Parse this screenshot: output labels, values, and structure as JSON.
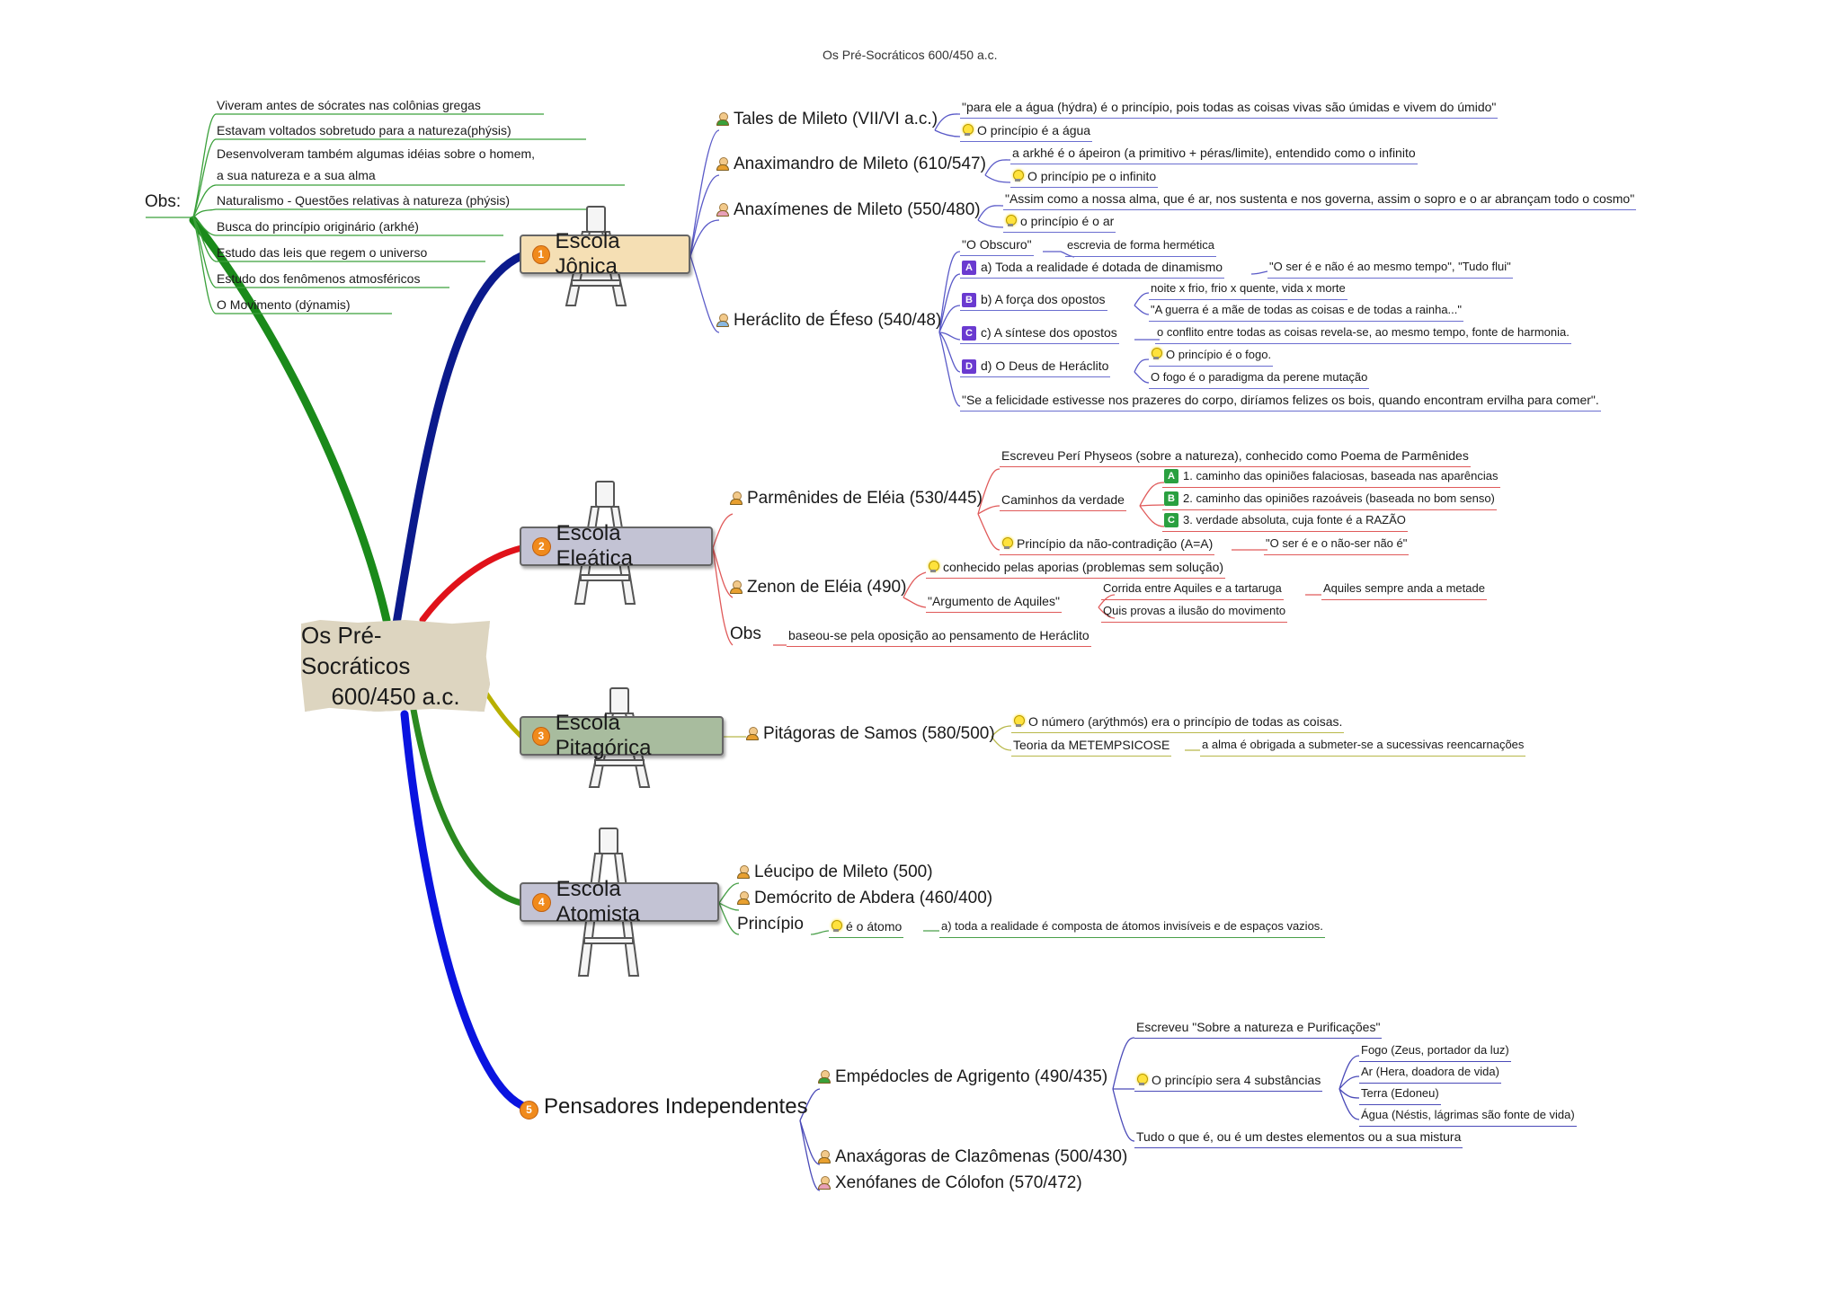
{
  "doc_title": "Os Pré-Socráticos 600/450 a.c.",
  "center": {
    "line1": "Os Pré-Socráticos",
    "line2": "600/450 a.c."
  },
  "obs": {
    "label": "Obs:",
    "items": [
      "Viveram antes de sócrates nas colônias gregas",
      "Estavam voltados sobretudo para a natureza(phýsis)",
      "Desenvolveram também algumas idéias sobre o homem,",
      "a sua natureza e a sua alma",
      "Naturalismo - Questões relativas à natureza (phýsis)",
      "Busca do princípio originário (arkhé)",
      "Estudo das leis que regem o universo",
      "Estudo dos fenômenos atmosféricos",
      "O Movimento (dýnamis)"
    ]
  },
  "schools": [
    {
      "num": "1",
      "name": "Escola Jônica",
      "color": "#f5dfb4"
    },
    {
      "num": "2",
      "name": "Escola Eleática",
      "color": "#c3c3d4"
    },
    {
      "num": "3",
      "name": "Escola Pitagórica",
      "color": "#a8bc9e"
    },
    {
      "num": "4",
      "name": "Escola Atomista",
      "color": "#c3c3d4"
    },
    {
      "num": "5",
      "name": "Pensadores Independentes"
    }
  ],
  "jonica": {
    "tales": "Tales de Mileto (VII/VI a.c.)",
    "tales_q": "\"para ele a água (hýdra) é o princípio, pois todas as coisas vivas são úmidas e vivem do úmido\"",
    "tales_p": "O princípio é a água",
    "anaximandro": "Anaximandro de Mileto (610/547)",
    "anaximandro_q": "a arkhé é o ápeiron (a primitivo + péras/limite), entendido como o infinito",
    "anaximandro_p": "O princípio pe o infinito",
    "anaximenes": "Anaxímenes de Mileto (550/480)",
    "anaximenes_q": "\"Assim como a nossa alma, que é ar, nos sustenta e nos governa, assim o sopro e o ar abrançam todo o cosmo\"",
    "anaximenes_p": "o princípio é o ar",
    "heraclito": "Heráclito de Éfeso (540/48)",
    "obscuro": "\"O Obscuro\"",
    "obscuro_d": "escrevia de forma hermética",
    "a_badge": "A",
    "a": "a) Toda a realidade é dotada de dinamismo",
    "a_d": "\"O ser é e não é ao mesmo tempo\", \"Tudo flui\"",
    "b_badge": "B",
    "b": "b) A força dos opostos",
    "b_d1": "noite x frio, frio x quente, vida x morte",
    "b_d2": "\"A guerra é a mãe de todas as coisas e de todas a rainha...\"",
    "c_badge": "C",
    "c": "c) A síntese dos opostos",
    "c_d": "o conflito entre todas as coisas revela-se, ao mesmo tempo, fonte de harmonia.",
    "d_badge": "D",
    "d": "d) O Deus de Heráclito",
    "d_d1": "O princípio é o fogo.",
    "d_d2": "O fogo é o paradigma da perene mutação",
    "felicidade": "\"Se a felicidade estivesse nos prazeres do corpo, diríamos felizes os bois, quando encontram ervilha para comer\"."
  },
  "eleatica": {
    "parmenides": "Parmênides de Eléia (530/445)",
    "peri": "Escreveu Perí Physeos (sobre a natureza), conhecido como Poema de Parmênides",
    "caminhos": "Caminhos da verdade",
    "c1_badge": "A",
    "c1": "1. caminho das opiniões falaciosas, baseada nas aparências",
    "c2_badge": "B",
    "c2": "2. caminho das opiniões razoáveis (baseada no bom senso)",
    "c3_badge": "C",
    "c3": "3. verdade absoluta, cuja fonte é a RAZÃO",
    "nao_contradicao": "Princípio da não-contradição (A=A)",
    "nao_contradicao_q": "\"O ser é e o não-ser não é\"",
    "zenon": "Zenon de Eléia (490)",
    "aporias": "conhecido pelas aporias (problemas sem solução)",
    "aquiles": "\"Argumento de Aquiles\"",
    "corrida": "Corrida entre Aquiles e a tartaruga",
    "corrida_d": "Aquiles sempre anda a metade",
    "quis": "Quis provas a ilusão do movimento",
    "obs": "Obs",
    "obs_d": "baseou-se pela oposição ao pensamento de Heráclito"
  },
  "pitagorica": {
    "pitagoras": "Pitágoras de Samos (580/500)",
    "numero": "O número (arýthmós) era o princípio de todas as coisas.",
    "teoria": "Teoria da METEMPSICOSE",
    "teoria_d": "a alma é obrigada a submeter-se a sucessivas reencarnações"
  },
  "atomista": {
    "leucipo": "Léucipo de Mileto (500)",
    "democrito": "Demócrito de Abdera (460/400)",
    "principio": "Princípio",
    "atomo": "é o átomo",
    "atomo_d": "a) toda a realidade é composta de átomos invisíveis e de espaços vazios."
  },
  "independentes": {
    "empedocles": "Empédocles de Agrigento (490/435)",
    "escreveu": "Escreveu \"Sobre a natureza e Purificações\"",
    "principio4": "O princípio sera 4 substâncias",
    "fogo": "Fogo (Zeus, portador da luz)",
    "ar": "Ar (Hera, doadora de vida)",
    "terra": "Terra (Edoneu)",
    "agua": "Água (Néstis, lágrimas são fonte de vida)",
    "tudo": "Tudo o que é, ou é um destes elementos ou a sua mistura",
    "anaxagoras": "Anaxágoras de Clazômenas (500/430)",
    "xenofanes": "Xenófanes de Cólofon (570/472)"
  },
  "colors": {
    "branch_jonica": "#0b1a8c",
    "branch_eleatica": "#e0121a",
    "branch_pitagorica": "#b8b000",
    "branch_atomista": "#2a8a20",
    "branch_independentes": "#0a14e0",
    "branch_obs": "#1a8a1a"
  }
}
